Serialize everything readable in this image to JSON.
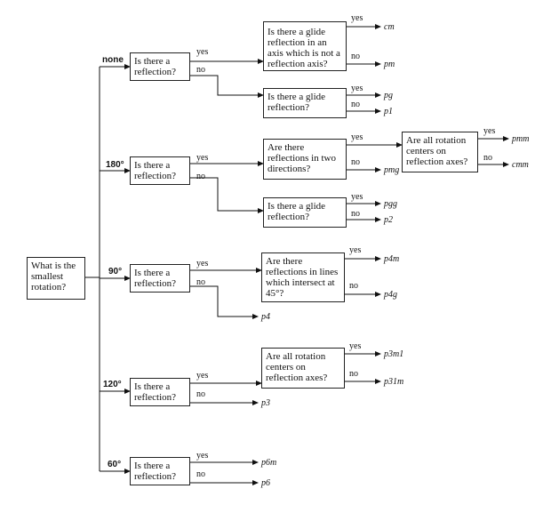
{
  "root_question": "What is the smallest rotation?",
  "rotations": {
    "none": "none",
    "r180": "180°",
    "r90": "90°",
    "r120": "120°",
    "r60": "60°"
  },
  "labels": {
    "yes": "yes",
    "no": "no"
  },
  "questions": {
    "reflection": "Is there a reflection?",
    "glide_not_axis": "Is there a glide reflection in an axis which is not a reflection axis?",
    "glide": "Is there a glide reflection?",
    "two_dirs": "Are there reflections in two directions?",
    "centers_on_axes": "Are all rotation centers on reflection axes?",
    "lines_45": "Are there reflections in lines which intersect at 45°?"
  },
  "results": {
    "cm": "cm",
    "pm": "pm",
    "pg": "pg",
    "p1": "p1",
    "pmm": "pmm",
    "cmm": "cmm",
    "pmg": "pmg",
    "pgg": "pgg",
    "p2": "p2",
    "p4m": "p4m",
    "p4g": "p4g",
    "p4": "p4",
    "p3m1": "p3m1",
    "p31m": "p31m",
    "p3": "p3",
    "p6m": "p6m",
    "p6": "p6"
  }
}
